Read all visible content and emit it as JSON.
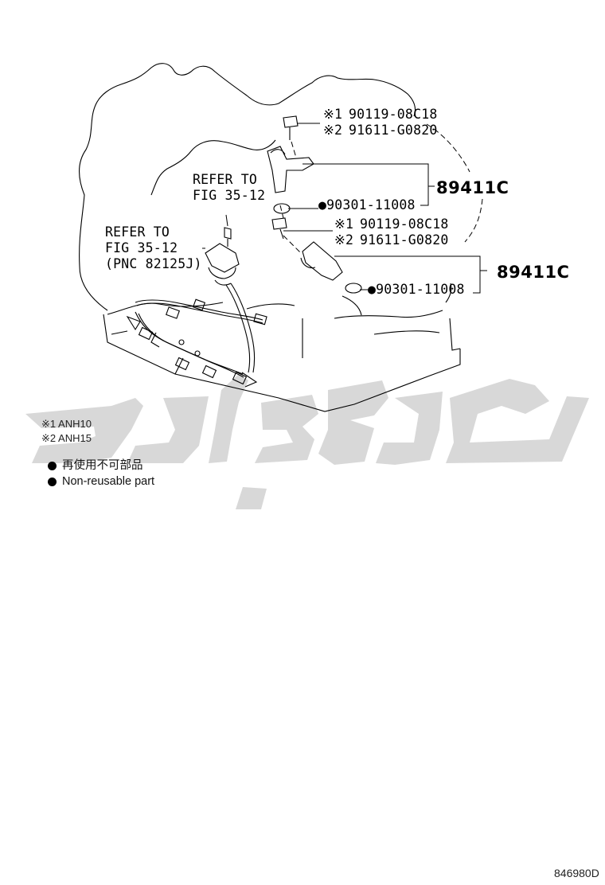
{
  "callouts": {
    "upper_sym1": "※1",
    "upper_part1": "90119-08C18",
    "upper_sym2": "※2",
    "upper_part2": "91611-G0820",
    "upper_group": "89411C",
    "upper_seal": "●90301-11008",
    "lower_sym1": "※1",
    "lower_part1": "90119-08C18",
    "lower_sym2": "※2",
    "lower_part2": "91611-G0820",
    "lower_group": "89411C",
    "lower_seal": "●90301-11008",
    "refer_a_line1": "REFER TO",
    "refer_a_line2": "FIG 35-12",
    "refer_b_line1": "REFER TO",
    "refer_b_line2": "FIG 35-12",
    "refer_b_line3": "(PNC 82125J)"
  },
  "notes": {
    "note1": "※1 ANH10",
    "note2": "※2 ANH15"
  },
  "legend": {
    "jp": "再使用不可部品",
    "en": "Non-reusable part"
  },
  "figure_ref": "846980D",
  "colors": {
    "line": "#000000",
    "watermark": "#d6d6d6"
  }
}
